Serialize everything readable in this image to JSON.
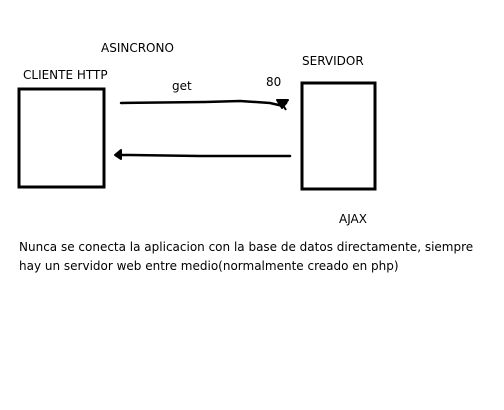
{
  "diagram": {
    "title": "ASINCRONO",
    "client_label": "CLIENTE HTTP",
    "server_label": "SERVIDOR",
    "request_label": "get",
    "port_label": "80",
    "technique_label": "AJAX",
    "note": "Nunca se conecta la aplicacion con la base de datos directamente, siempre hay un servidor web entre medio(normalmente creado en php)"
  }
}
